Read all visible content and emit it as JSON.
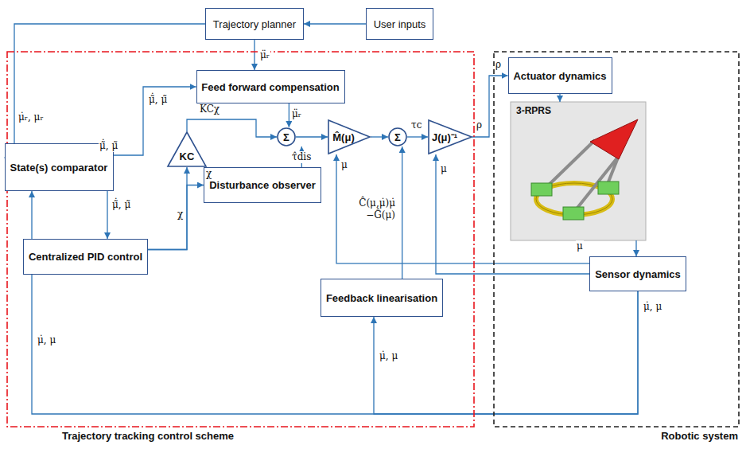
{
  "diagram": {
    "nodes": [
      {
        "text": [
          "Trajectory tracking control scheme"
        ]
      },
      {
        "text": [
          "Robotic system"
        ]
      },
      {
        "text": [
          "Trajectory planner"
        ]
      },
      {
        "text": [
          "User inputs"
        ]
      },
      {
        "text": [
          "Feed forward compensation"
        ],
        "in": 0
      },
      {
        "text": [
          "State(s) comparator"
        ],
        "in": 0
      },
      {
        "text": [
          "KC"
        ],
        "in": 0
      },
      {
        "text": [
          "Σ"
        ],
        "in": 0
      },
      {
        "text": [
          "M̂(μ)"
        ],
        "in": 0
      },
      {
        "text": [
          "Σ"
        ],
        "in": 0
      },
      {
        "text": [
          "J(μ)⁻¹"
        ],
        "in": 0
      },
      {
        "text": [
          "Disturbance observer"
        ],
        "in": 0
      },
      {
        "text": [
          "Centralized PID control"
        ],
        "in": 0
      },
      {
        "text": [
          "Feedback linearisation"
        ],
        "in": 0
      },
      {
        "text": [
          "Actuator dynamics"
        ],
        "in": 1
      },
      {
        "text": [
          "Sensor dynamics"
        ],
        "in": 1
      }
    ],
    "edges": [
      {
        "from": 3,
        "to": 2,
        "arrow": "to"
      },
      {
        "from": 2,
        "to": 5,
        "label": "μ̇ᵣ, μᵣ",
        "arrow": "to"
      },
      {
        "from": 2,
        "to": 4,
        "label": "μ̈ᵣ",
        "arrow": "to"
      },
      {
        "from": 5,
        "to": 4,
        "label": "μ̃̇, μ̃",
        "arrow": "to"
      },
      {
        "from": 5,
        "to": 12,
        "label": "μ̃̇, μ̃",
        "arrow": "to"
      },
      {
        "from": 12,
        "to": 6,
        "label": "χ",
        "arrow": "to"
      },
      {
        "from": 12,
        "to": 11,
        "label": "χ",
        "arrow": "to"
      },
      {
        "from": 6,
        "to": 7,
        "label": "KCχ",
        "arrow": "to"
      },
      {
        "from": 4,
        "to": 7,
        "label": "μ̈ᵣ",
        "arrow": "to"
      },
      {
        "from": 11,
        "to": 7,
        "label": "τ̂dis",
        "arrow": "to"
      },
      {
        "from": 7,
        "to": 8,
        "arrow": "to"
      },
      {
        "from": 8,
        "to": 9,
        "arrow": "to"
      },
      {
        "from": 13,
        "to": 9,
        "label": "Ĉ(μ,μ̇)μ̇ −Ĝ(μ)",
        "arrow": "to"
      },
      {
        "from": 9,
        "to": 10,
        "label": "τc",
        "arrow": "to"
      },
      {
        "from": 10,
        "to": 14,
        "label": "ρ",
        "arrow": "to"
      },
      {
        "from": 15,
        "to": 10,
        "label": "μ",
        "arrow": "to"
      },
      {
        "from": 15,
        "to": 8,
        "label": "μ",
        "arrow": "to"
      },
      {
        "from": 15,
        "to": 13,
        "label": "μ̇, μ",
        "arrow": "to"
      },
      {
        "from": 15,
        "to": 5,
        "label": "μ̇, μ",
        "arrow": "to"
      }
    ],
    "labels": [
      "3-RPRS",
      "μ̃̇, μ̃",
      "ρ",
      "μ",
      "μ̇, μ"
    ]
  }
}
